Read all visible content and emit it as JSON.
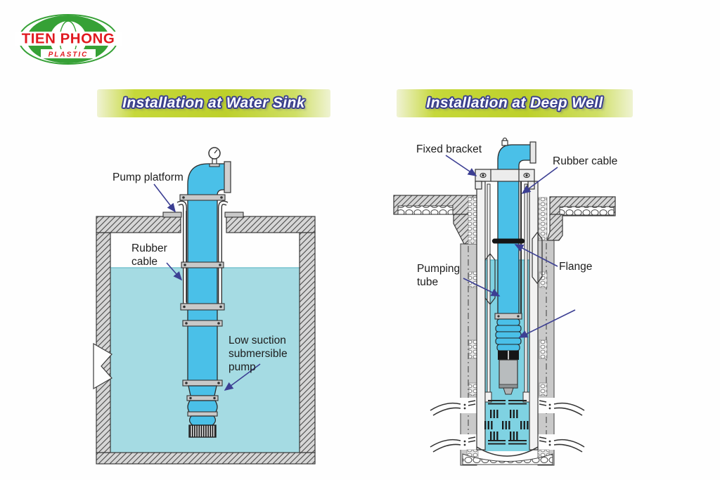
{
  "brand": {
    "name": "TIEN PHONG",
    "subtitle": "PLASTIC"
  },
  "panels": {
    "water_sink": {
      "title": "Installation at Water Sink",
      "labels": {
        "pump_platform": "Pump platform",
        "rubber_cable": "Rubber cable",
        "submersible_pump": "Low suction submersible pump"
      }
    },
    "deep_well": {
      "title": "Installation at Deep Well",
      "labels": {
        "fixed_bracket": "Fixed bracket",
        "rubber_cable": "Rubber cable",
        "pumping_tube": "Pumping tube",
        "flange": "Flange"
      }
    }
  },
  "colors": {
    "pipe_blue": "#4ac0e8",
    "tank_water": "#a5dbe3",
    "well_water": "#7fd2e2",
    "banner_green": "#bdd02b",
    "banner_text_outline": "#3a3f8e",
    "arrow": "#3c3f93",
    "logo_green": "#36a136",
    "logo_red": "#e0191f"
  }
}
